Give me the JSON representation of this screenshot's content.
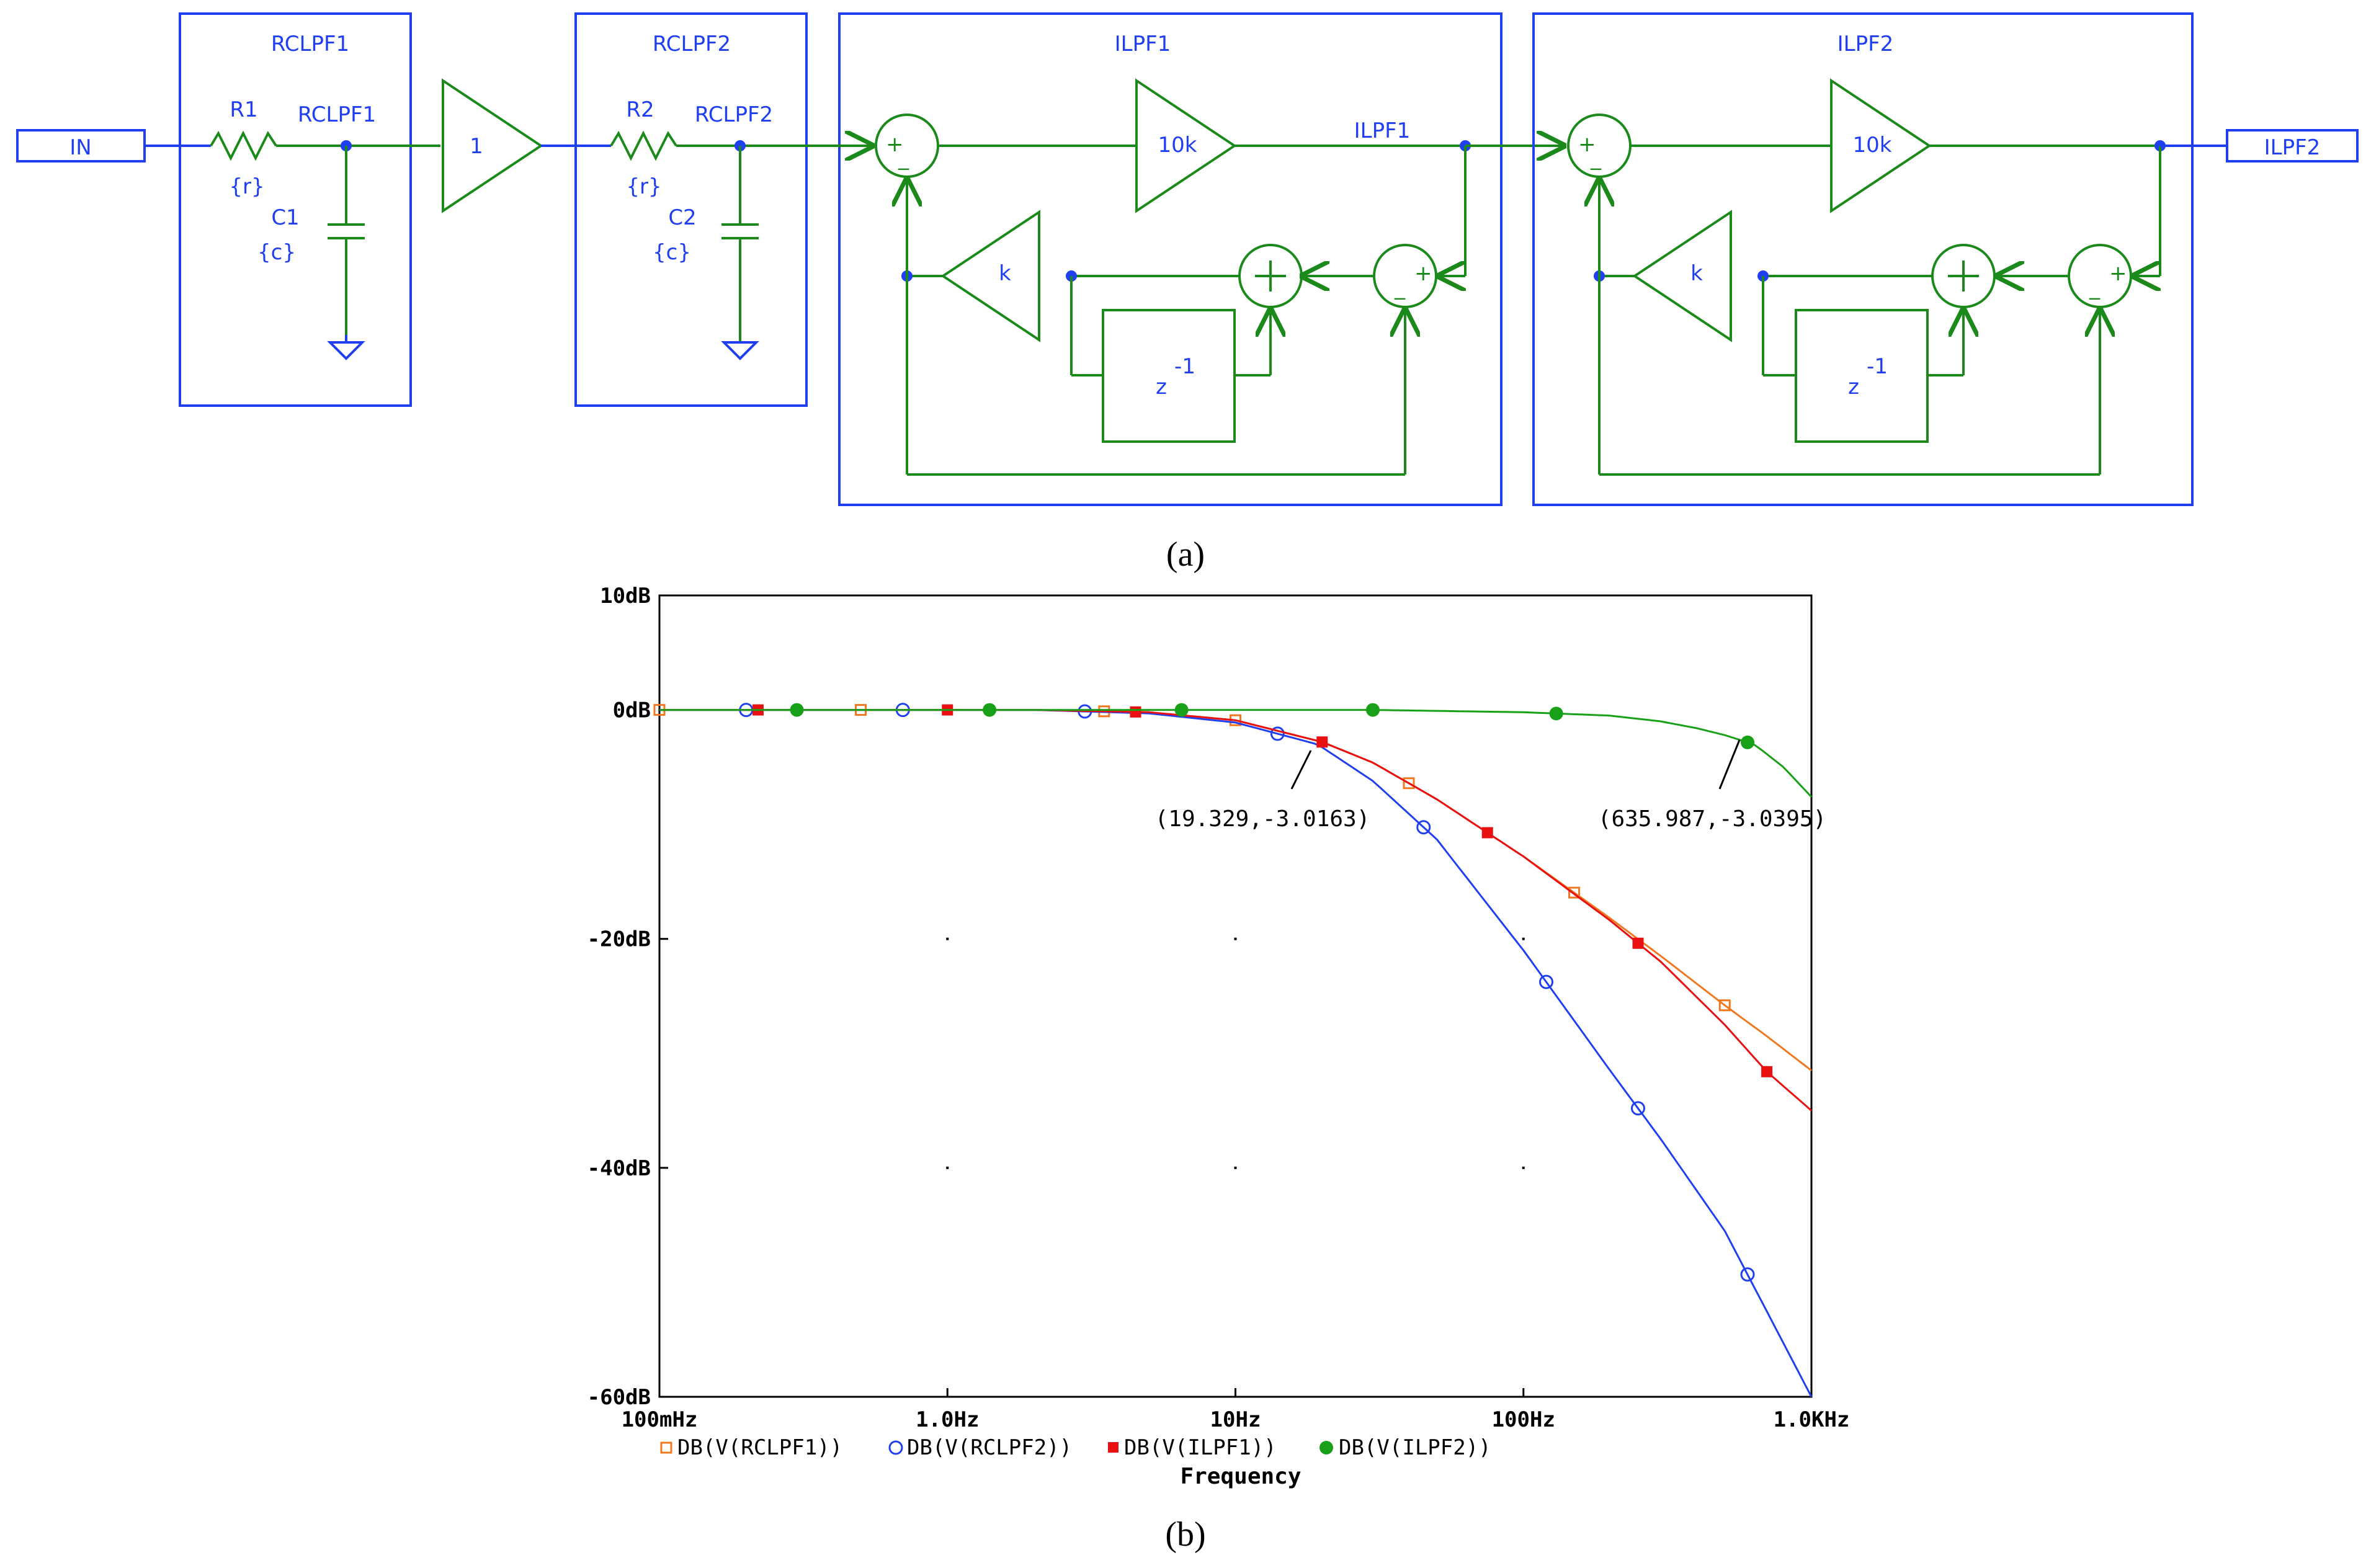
{
  "schematic": {
    "input_port": "IN",
    "output_port": "ILPF2",
    "blocks": [
      {
        "title": "RCLPF1",
        "resistor": "R1",
        "resistor_value": "{r}",
        "capacitor": "C1",
        "capacitor_value": "{c}",
        "node": "RCLPF1"
      },
      {
        "title": "RCLPF2",
        "resistor": "R2",
        "resistor_value": "{r}",
        "capacitor": "C2",
        "capacitor_value": "{c}",
        "node": "RCLPF2"
      },
      {
        "title": "ILPF1",
        "gain": "10k",
        "feedback_gain": "k",
        "delay": "z",
        "delay_exp": "-1",
        "node": "ILPF1"
      },
      {
        "title": "ILPF2",
        "gain": "10k",
        "feedback_gain": "k",
        "delay": "z",
        "delay_exp": "-1"
      }
    ],
    "buffer_gain": "1",
    "caption": "(a)"
  },
  "chart_data": {
    "type": "line",
    "x_scale": "log",
    "xlim": [
      0.1,
      1000
    ],
    "ylim": [
      -60,
      10
    ],
    "x_ticks": [
      "100mHz",
      "1.0Hz",
      "10Hz",
      "100Hz",
      "1.0KHz"
    ],
    "y_ticks": [
      "10dB",
      "0dB",
      "-20dB",
      "-40dB",
      "-60dB"
    ],
    "xlabel": "Frequency",
    "series": [
      {
        "name": "DB(V(RCLPF1))",
        "color": "#f07820",
        "marker": "open-square",
        "x": [
          0.1,
          0.3,
          1,
          2,
          5,
          10,
          20,
          30,
          50,
          100,
          200,
          300,
          500,
          700,
          1000
        ],
        "y": [
          0,
          0,
          0,
          0,
          -0.2,
          -0.9,
          -2.8,
          -4.6,
          -7.8,
          -12.8,
          -18.2,
          -21.5,
          -25.8,
          -28.5,
          -31.5
        ]
      },
      {
        "name": "DB(V(RCLPF2))",
        "color": "#2040f0",
        "marker": "open-circle",
        "x": [
          0.1,
          0.3,
          1,
          2,
          5,
          10,
          19.329,
          30,
          50,
          100,
          200,
          300,
          500,
          1000
        ],
        "y": [
          0,
          0,
          0,
          0,
          -0.3,
          -1.1,
          -3.0163,
          -6.2,
          -11.3,
          -21,
          -31.5,
          -37.5,
          -45.5,
          -60
        ]
      },
      {
        "name": "DB(V(ILPF1))",
        "color": "#e81010",
        "marker": "filled-square",
        "x": [
          0.1,
          0.3,
          1,
          2,
          5,
          10,
          20,
          30,
          50,
          100,
          200,
          300,
          500,
          700,
          1000
        ],
        "y": [
          0,
          0,
          0,
          0,
          -0.2,
          -0.9,
          -2.8,
          -4.6,
          -7.8,
          -12.8,
          -18.4,
          -22,
          -27.5,
          -31.6,
          -35
        ]
      },
      {
        "name": "DB(V(ILPF2))",
        "color": "#18a018",
        "marker": "filled-circle",
        "x": [
          0.1,
          1,
          10,
          30,
          100,
          200,
          300,
          400,
          500,
          635.987,
          800,
          1000
        ],
        "y": [
          0,
          0,
          0,
          0,
          -0.2,
          -0.5,
          -1,
          -1.6,
          -2.2,
          -3.0395,
          -5,
          -7.6
        ]
      }
    ],
    "annotations": [
      "(19.329,-3.0163)",
      "(635.987,-3.0395)"
    ],
    "legend": "bottom",
    "caption": "(b)"
  }
}
